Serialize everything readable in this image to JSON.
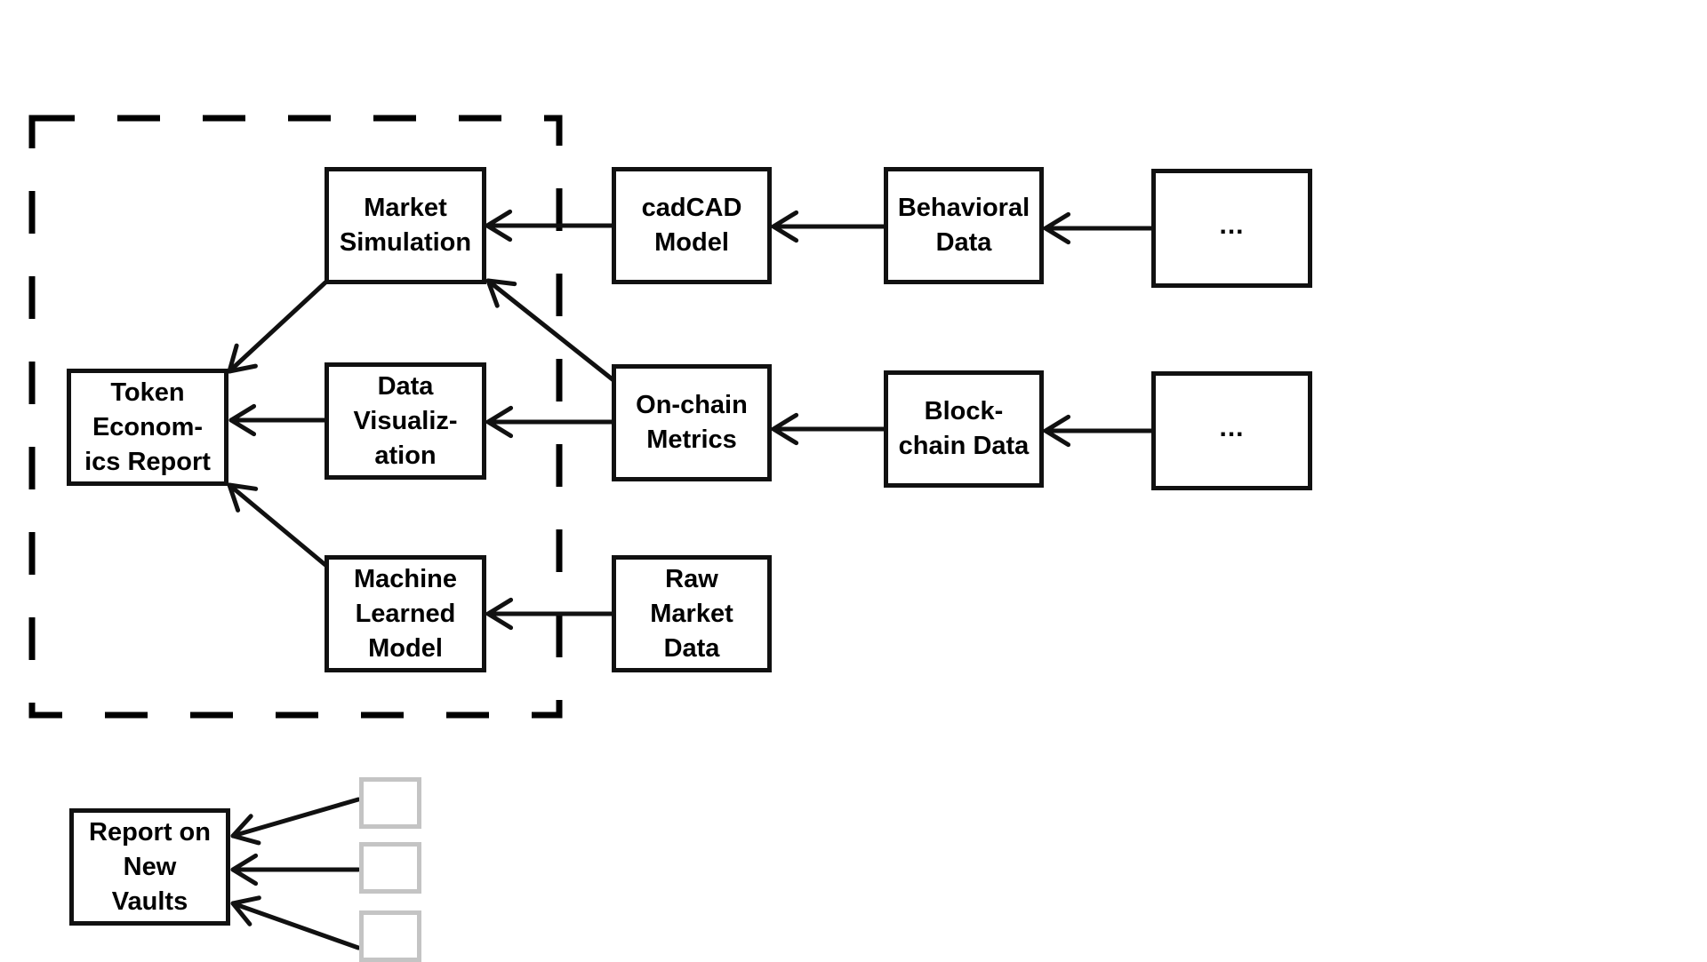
{
  "diagram": {
    "colors": {
      "stroke": "#111111",
      "placeholder_stroke": "#c4c4c4",
      "background": "#ffffff"
    },
    "group": {
      "name": "analysis-boundary",
      "style": "dashed",
      "contains": [
        "market_simulation",
        "token_report",
        "data_visualization",
        "ml_model"
      ]
    },
    "nodes": [
      {
        "id": "token_report",
        "label": "Token\nEconom-\nics Report"
      },
      {
        "id": "market_simulation",
        "label": "Market\nSimulation"
      },
      {
        "id": "data_visualization",
        "label": "Data\nVisualiz-\nation"
      },
      {
        "id": "ml_model",
        "label": "Machine\nLearned\nModel"
      },
      {
        "id": "cadcad_model",
        "label": "cadCAD\nModel"
      },
      {
        "id": "onchain_metrics",
        "label": "On-chain\nMetrics"
      },
      {
        "id": "raw_market_data",
        "label": "Raw\nMarket\nData"
      },
      {
        "id": "behavioral_data",
        "label": "Behavioral\nData"
      },
      {
        "id": "blockchain_data",
        "label": "Block-\nchain Data"
      },
      {
        "id": "more_1",
        "label": "..."
      },
      {
        "id": "more_2",
        "label": "..."
      },
      {
        "id": "vaults_report",
        "label": "Report on\nNew\nVaults"
      },
      {
        "id": "vault_input_1",
        "label": ""
      },
      {
        "id": "vault_input_2",
        "label": ""
      },
      {
        "id": "vault_input_3",
        "label": ""
      }
    ],
    "edges": [
      {
        "from": "market_simulation",
        "to": "token_report"
      },
      {
        "from": "data_visualization",
        "to": "token_report"
      },
      {
        "from": "ml_model",
        "to": "token_report"
      },
      {
        "from": "cadcad_model",
        "to": "market_simulation"
      },
      {
        "from": "onchain_metrics",
        "to": "market_simulation"
      },
      {
        "from": "onchain_metrics",
        "to": "data_visualization"
      },
      {
        "from": "raw_market_data",
        "to": "ml_model"
      },
      {
        "from": "behavioral_data",
        "to": "cadcad_model"
      },
      {
        "from": "blockchain_data",
        "to": "onchain_metrics"
      },
      {
        "from": "more_1",
        "to": "behavioral_data"
      },
      {
        "from": "more_2",
        "to": "blockchain_data"
      },
      {
        "from": "vault_input_1",
        "to": "vaults_report"
      },
      {
        "from": "vault_input_2",
        "to": "vaults_report"
      },
      {
        "from": "vault_input_3",
        "to": "vaults_report"
      }
    ]
  }
}
